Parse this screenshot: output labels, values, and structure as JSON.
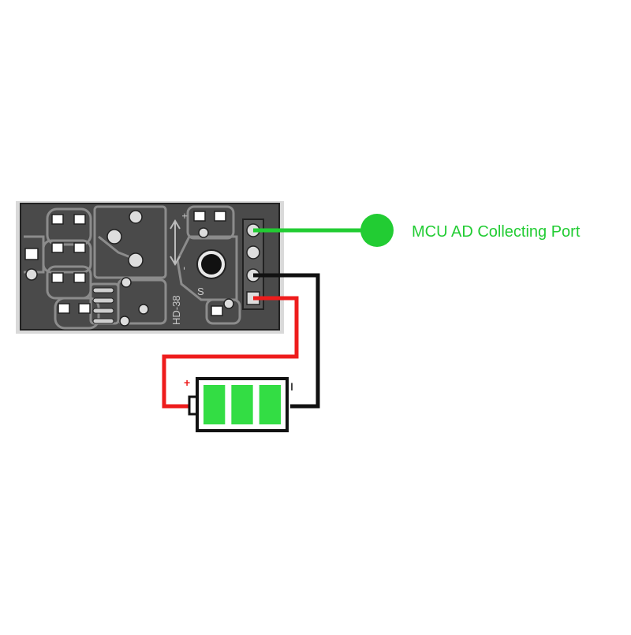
{
  "board": {
    "silkscreen_model": "HD-38",
    "signal_pin_mark": "S",
    "pin_plus_mark": "+",
    "pin_minus_mark": "-"
  },
  "mcu_port": {
    "label": "MCU AD Collecting Port",
    "color": "#22cc33"
  },
  "battery": {
    "plus_label": "+",
    "minus_label": "I",
    "cell_count": 3,
    "cell_color": "#33dd44"
  },
  "wires": {
    "positive_color": "#ee1c1c",
    "negative_color": "#111111",
    "signal_color": "#22cc33"
  }
}
